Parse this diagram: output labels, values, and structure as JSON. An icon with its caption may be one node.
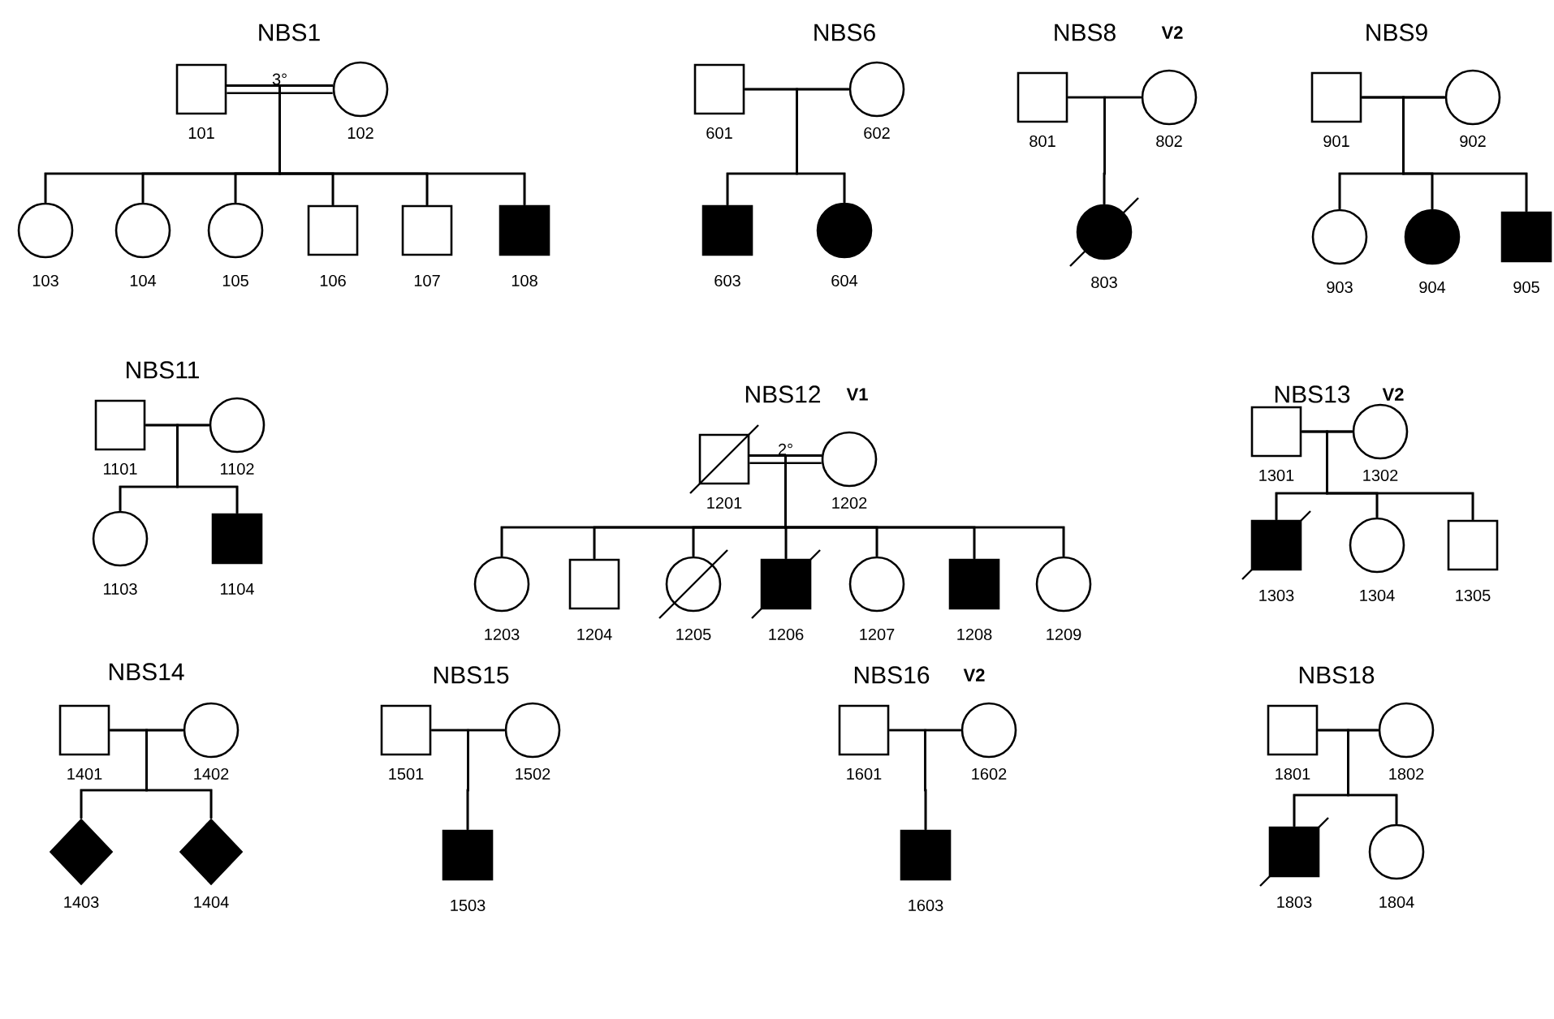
{
  "diagram": {
    "nodes": [
      {
        "text": [],
        "shape": "box",
        "beside": [
          "101"
        ]
      },
      {
        "text": [],
        "shape": "circle",
        "beside": [
          "102"
        ]
      },
      {
        "text": [],
        "shape": "circle",
        "beside": [
          "103"
        ]
      },
      {
        "text": [],
        "shape": "circle",
        "beside": [
          "104"
        ]
      },
      {
        "text": [],
        "shape": "circle",
        "beside": [
          "105"
        ]
      },
      {
        "text": [],
        "shape": "box",
        "beside": [
          "106"
        ]
      },
      {
        "text": [],
        "shape": "box",
        "beside": [
          "107"
        ]
      },
      {
        "text": [],
        "shape": "box",
        "beside": [
          "108"
        ]
      },
      {
        "text": [],
        "shape": "box",
        "beside": [
          "601"
        ]
      },
      {
        "text": [],
        "shape": "circle",
        "beside": [
          "602"
        ]
      },
      {
        "text": [],
        "shape": "box",
        "beside": [
          "603"
        ]
      },
      {
        "text": [],
        "shape": "circle",
        "beside": [
          "604"
        ]
      },
      {
        "text": [],
        "shape": "box",
        "beside": [
          "801"
        ]
      },
      {
        "text": [],
        "shape": "circle",
        "beside": [
          "802"
        ]
      },
      {
        "text": [],
        "shape": "circle",
        "beside": [
          "803"
        ]
      },
      {
        "text": [],
        "shape": "box",
        "beside": [
          "901"
        ]
      },
      {
        "text": [],
        "shape": "circle",
        "beside": [
          "902"
        ]
      },
      {
        "text": [],
        "shape": "circle",
        "beside": [
          "903"
        ]
      },
      {
        "text": [],
        "shape": "circle",
        "beside": [
          "904"
        ]
      },
      {
        "text": [],
        "shape": "box",
        "beside": [
          "905"
        ]
      },
      {
        "text": [],
        "shape": "box",
        "beside": [
          "1101"
        ]
      },
      {
        "text": [],
        "shape": "circle",
        "beside": [
          "1102"
        ]
      },
      {
        "text": [],
        "shape": "circle",
        "beside": [
          "1103"
        ]
      },
      {
        "text": [],
        "shape": "box",
        "beside": [
          "1104"
        ]
      },
      {
        "text": [],
        "shape": "box",
        "beside": [
          "1201"
        ]
      },
      {
        "text": [],
        "shape": "circle",
        "beside": [
          "1202"
        ]
      },
      {
        "text": [],
        "shape": "circle",
        "beside": [
          "1203"
        ]
      },
      {
        "text": [],
        "shape": "box",
        "beside": [
          "1204"
        ]
      },
      {
        "text": [],
        "shape": "circle",
        "beside": [
          "1205"
        ]
      },
      {
        "text": [],
        "shape": "box",
        "beside": [
          "1206"
        ]
      },
      {
        "text": [],
        "shape": "circle",
        "beside": [
          "1207"
        ]
      },
      {
        "text": [],
        "shape": "box",
        "beside": [
          "1208"
        ]
      },
      {
        "text": [],
        "shape": "circle",
        "beside": [
          "1209"
        ]
      },
      {
        "text": [],
        "shape": "box",
        "beside": [
          "1301"
        ]
      },
      {
        "text": [],
        "shape": "circle",
        "beside": [
          "1302"
        ]
      },
      {
        "text": [],
        "shape": "box",
        "beside": [
          "1303"
        ]
      },
      {
        "text": [],
        "shape": "circle",
        "beside": [
          "1304"
        ]
      },
      {
        "text": [],
        "shape": "box",
        "beside": [
          "1305"
        ]
      },
      {
        "text": [],
        "shape": "box",
        "beside": [
          "1401"
        ]
      },
      {
        "text": [],
        "shape": "circle",
        "beside": [
          "1402"
        ]
      },
      {
        "text": [],
        "shape": "diamond",
        "beside": [
          "1403"
        ]
      },
      {
        "text": [],
        "shape": "diamond",
        "beside": [
          "1404"
        ]
      },
      {
        "text": [],
        "shape": "box",
        "beside": [
          "1501"
        ]
      },
      {
        "text": [],
        "shape": "circle",
        "beside": [
          "1502"
        ]
      },
      {
        "text": [],
        "shape": "box",
        "beside": [
          "1503"
        ]
      },
      {
        "text": [],
        "shape": "box",
        "beside": [
          "1601"
        ]
      },
      {
        "text": [],
        "shape": "circle",
        "beside": [
          "1602"
        ]
      },
      {
        "text": [],
        "shape": "box",
        "beside": [
          "1603"
        ]
      },
      {
        "text": [],
        "shape": "box",
        "beside": [
          "1801"
        ]
      },
      {
        "text": [],
        "shape": "circle",
        "beside": [
          "1802"
        ]
      },
      {
        "text": [],
        "shape": "box",
        "beside": [
          "1803"
        ]
      },
      {
        "text": [],
        "shape": "circle",
        "beside": [
          "1804"
        ]
      }
    ],
    "edges": [
      {
        "from": 0,
        "to": 1,
        "arrow": "none",
        "style": "thick",
        "label": "3°"
      },
      {
        "from": 0,
        "to": 2,
        "arrow": "none"
      },
      {
        "from": 1,
        "to": 2,
        "arrow": "none"
      },
      {
        "from": 0,
        "to": 3,
        "arrow": "none"
      },
      {
        "from": 1,
        "to": 3,
        "arrow": "none"
      },
      {
        "from": 0,
        "to": 4,
        "arrow": "none"
      },
      {
        "from": 1,
        "to": 4,
        "arrow": "none"
      },
      {
        "from": 0,
        "to": 5,
        "arrow": "none"
      },
      {
        "from": 1,
        "to": 5,
        "arrow": "none"
      },
      {
        "from": 0,
        "to": 6,
        "arrow": "none"
      },
      {
        "from": 1,
        "to": 6,
        "arrow": "none"
      },
      {
        "from": 0,
        "to": 7,
        "arrow": "none"
      },
      {
        "from": 1,
        "to": 7,
        "arrow": "none"
      },
      {
        "from": 8,
        "to": 9,
        "arrow": "none"
      },
      {
        "from": 8,
        "to": 10,
        "arrow": "none"
      },
      {
        "from": 9,
        "to": 10,
        "arrow": "none"
      },
      {
        "from": 8,
        "to": 11,
        "arrow": "none"
      },
      {
        "from": 9,
        "to": 11,
        "arrow": "none"
      },
      {
        "from": 12,
        "to": 13,
        "arrow": "none"
      },
      {
        "from": 12,
        "to": 14,
        "arrow": "none"
      },
      {
        "from": 13,
        "to": 14,
        "arrow": "none"
      },
      {
        "from": 15,
        "to": 16,
        "arrow": "none"
      },
      {
        "from": 15,
        "to": 17,
        "arrow": "none"
      },
      {
        "from": 16,
        "to": 17,
        "arrow": "none"
      },
      {
        "from": 15,
        "to": 18,
        "arrow": "none"
      },
      {
        "from": 16,
        "to": 18,
        "arrow": "none"
      },
      {
        "from": 15,
        "to": 19,
        "arrow": "none"
      },
      {
        "from": 16,
        "to": 19,
        "arrow": "none"
      },
      {
        "from": 20,
        "to": 21,
        "arrow": "none"
      },
      {
        "from": 20,
        "to": 22,
        "arrow": "none"
      },
      {
        "from": 21,
        "to": 22,
        "arrow": "none"
      },
      {
        "from": 20,
        "to": 23,
        "arrow": "none"
      },
      {
        "from": 21,
        "to": 23,
        "arrow": "none"
      },
      {
        "from": 24,
        "to": 25,
        "arrow": "none",
        "style": "thick",
        "label": "2°"
      },
      {
        "from": 24,
        "to": 26,
        "arrow": "none"
      },
      {
        "from": 25,
        "to": 26,
        "arrow": "none"
      },
      {
        "from": 24,
        "to": 27,
        "arrow": "none"
      },
      {
        "from": 25,
        "to": 27,
        "arrow": "none"
      },
      {
        "from": 24,
        "to": 28,
        "arrow": "none"
      },
      {
        "from": 25,
        "to": 28,
        "arrow": "none"
      },
      {
        "from": 24,
        "to": 29,
        "arrow": "none"
      },
      {
        "from": 25,
        "to": 29,
        "arrow": "none"
      },
      {
        "from": 24,
        "to": 30,
        "arrow": "none"
      },
      {
        "from": 25,
        "to": 30,
        "arrow": "none"
      },
      {
        "from": 24,
        "to": 31,
        "arrow": "none"
      },
      {
        "from": 25,
        "to": 31,
        "arrow": "none"
      },
      {
        "from": 24,
        "to": 32,
        "arrow": "none"
      },
      {
        "from": 25,
        "to": 32,
        "arrow": "none"
      },
      {
        "from": 33,
        "to": 34,
        "arrow": "none"
      },
      {
        "from": 33,
        "to": 35,
        "arrow": "none"
      },
      {
        "from": 34,
        "to": 35,
        "arrow": "none"
      },
      {
        "from": 33,
        "to": 36,
        "arrow": "none"
      },
      {
        "from": 34,
        "to": 36,
        "arrow": "none"
      },
      {
        "from": 33,
        "to": 37,
        "arrow": "none"
      },
      {
        "from": 34,
        "to": 37,
        "arrow": "none"
      },
      {
        "from": 38,
        "to": 39,
        "arrow": "none"
      },
      {
        "from": 38,
        "to": 40,
        "arrow": "none"
      },
      {
        "from": 39,
        "to": 40,
        "arrow": "none"
      },
      {
        "from": 38,
        "to": 41,
        "arrow": "none"
      },
      {
        "from": 39,
        "to": 41,
        "arrow": "none"
      },
      {
        "from": 42,
        "to": 43,
        "arrow": "none"
      },
      {
        "from": 42,
        "to": 44,
        "arrow": "none"
      },
      {
        "from": 43,
        "to": 44,
        "arrow": "none"
      },
      {
        "from": 45,
        "to": 46,
        "arrow": "none"
      },
      {
        "from": 45,
        "to": 47,
        "arrow": "none"
      },
      {
        "from": 46,
        "to": 47,
        "arrow": "none"
      },
      {
        "from": 48,
        "to": 49,
        "arrow": "none"
      },
      {
        "from": 48,
        "to": 50,
        "arrow": "none"
      },
      {
        "from": 49,
        "to": 50,
        "arrow": "none"
      },
      {
        "from": 48,
        "to": 51,
        "arrow": "none"
      },
      {
        "from": 49,
        "to": 51,
        "arrow": "none"
      }
    ],
    "labels": [
      "NBS1",
      "NBS6",
      "NBS8",
      "V2",
      "NBS9",
      "NBS11",
      "NBS12",
      "V1",
      "NBS13",
      "V2",
      "NBS14",
      "NBS15",
      "NBS16",
      "V2",
      "NBS18"
    ]
  }
}
